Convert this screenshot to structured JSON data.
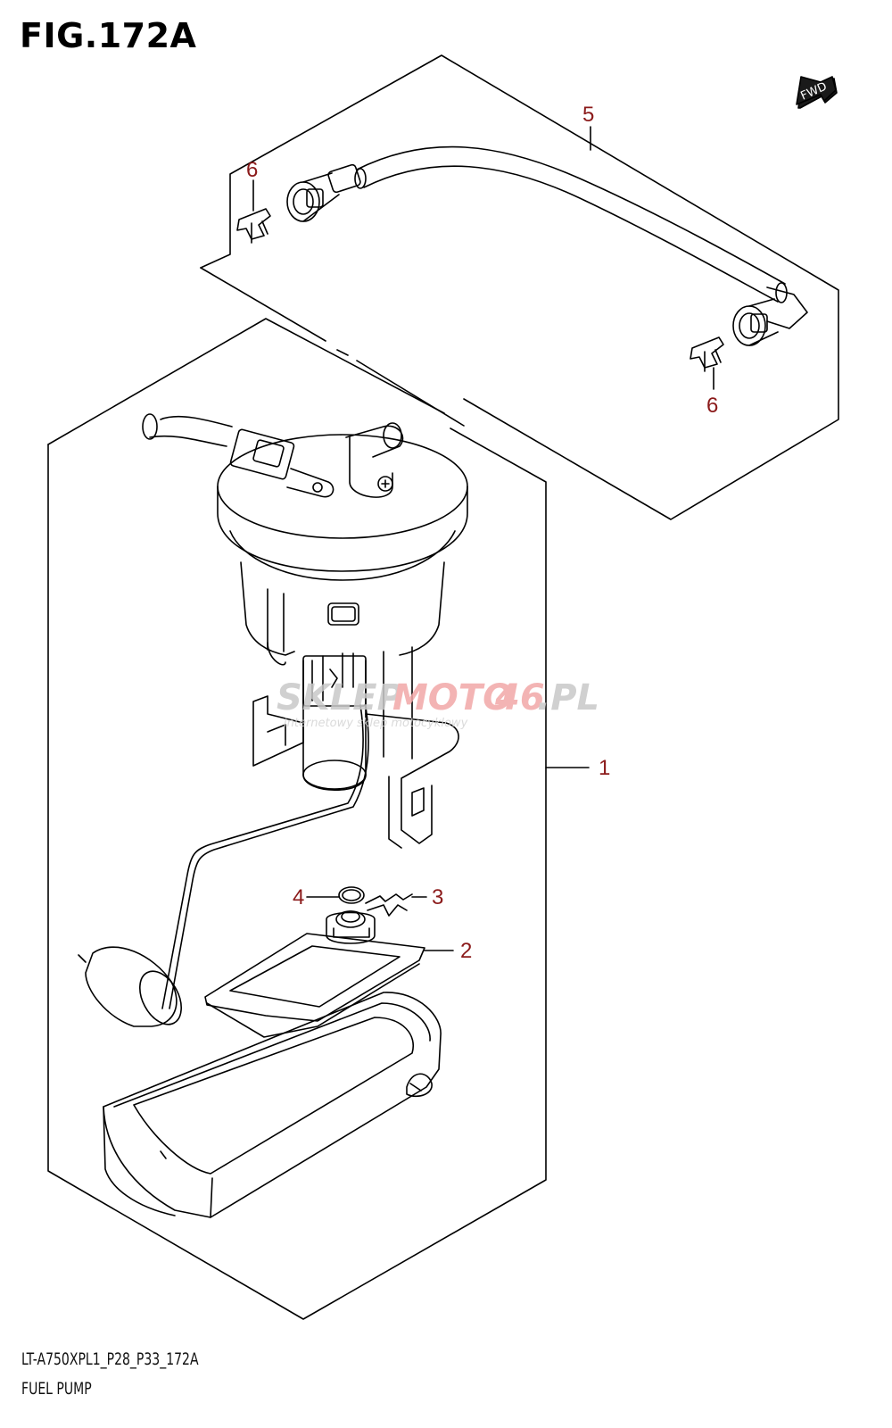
{
  "figure": {
    "title": "FIG.172A",
    "code": "LT-A750XPL1_P28_P33_172A",
    "name": "FUEL PUMP"
  },
  "badge": {
    "fwd": "FWD"
  },
  "callouts": [
    {
      "id": "1",
      "label": "1"
    },
    {
      "id": "2",
      "label": "2"
    },
    {
      "id": "3",
      "label": "3"
    },
    {
      "id": "4",
      "label": "4"
    },
    {
      "id": "5",
      "label": "5"
    },
    {
      "id": "6a",
      "label": "6"
    },
    {
      "id": "6b",
      "label": "6"
    }
  ],
  "watermark": {
    "brand_left": "SKLEP",
    "brand_mid": "MOTO",
    "brand_num": "46",
    "brand_tld": ".PL",
    "tagline": "internetowy sklep motocyklowy"
  },
  "colors": {
    "callout": "#8b1a1a",
    "line": "#000000",
    "watermark_gray": "#c8c8c8",
    "watermark_red": "#f2a8a8"
  }
}
